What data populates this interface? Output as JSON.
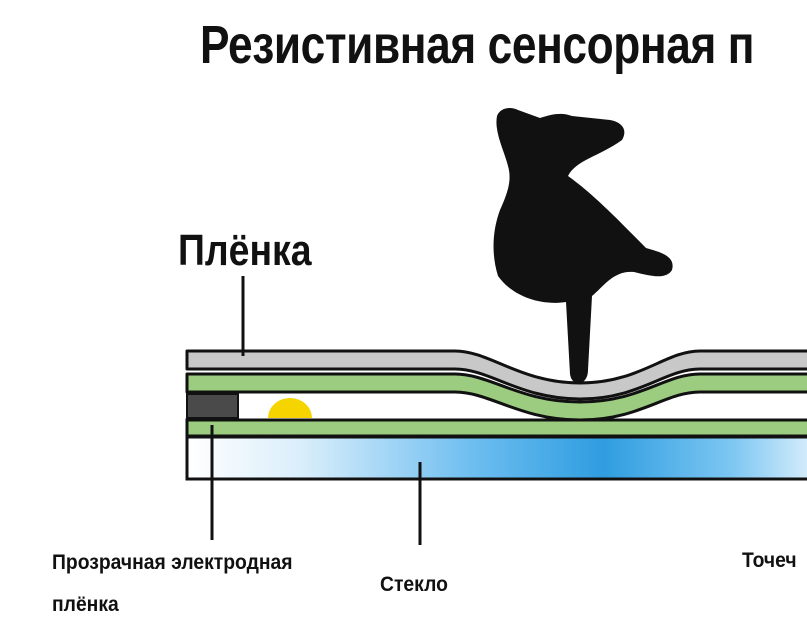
{
  "title": "Резистивная сенсорная п",
  "labels": {
    "film": "Плёнка",
    "electrode_line1": "Прозрачная электродная",
    "electrode_line2": "плёнка",
    "glass": "Стекло",
    "point": "Точеч"
  },
  "colors": {
    "film_gray": "#c8c8c8",
    "electrode_green": "#9bcc80",
    "glass_blue": "#2f9de0",
    "spacer_dark": "#4a4a4a",
    "dot_yellow": "#f6d400",
    "outline": "#111111",
    "hand": "#111111"
  },
  "icons": {
    "hand": "pointing-hand-icon"
  }
}
